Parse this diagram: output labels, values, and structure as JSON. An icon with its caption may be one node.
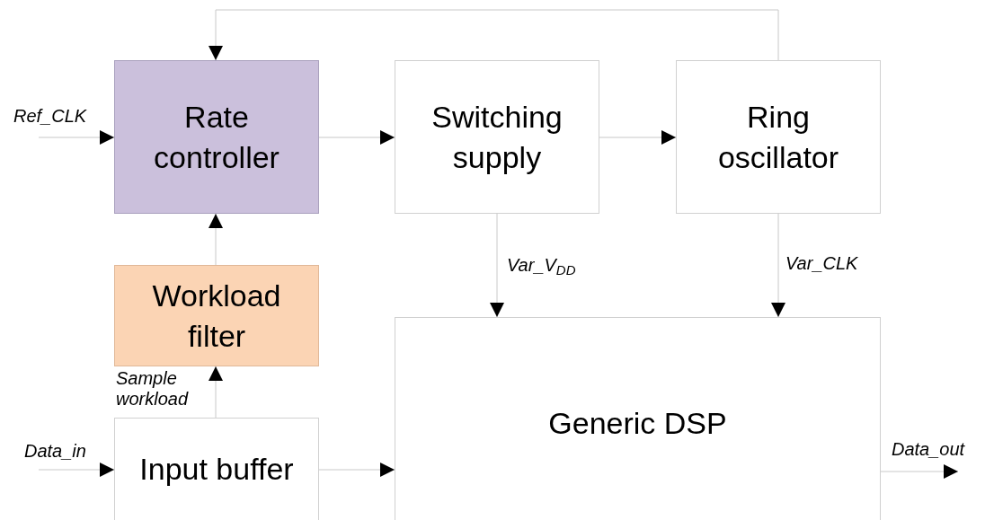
{
  "diagram": {
    "nodes": [
      {
        "text": [
          "Rate controller"
        ]
      },
      {
        "text": [
          "Switching supply"
        ]
      },
      {
        "text": [
          "Ring oscillator"
        ]
      },
      {
        "text": [
          "Workload filter"
        ]
      },
      {
        "text": [
          "Input buffer"
        ]
      },
      {
        "text": [
          "Generic DSP"
        ]
      }
    ],
    "edges": [
      {
        "from": null,
        "to": 0,
        "arrow": "to",
        "label": "Ref_CLK"
      },
      {
        "from": 0,
        "to": 1,
        "arrow": "to"
      },
      {
        "from": 1,
        "to": 2,
        "arrow": "to"
      },
      {
        "from": 2,
        "to": 0,
        "arrow": "to"
      },
      {
        "from": 3,
        "to": 0,
        "arrow": "to"
      },
      {
        "from": 4,
        "to": 3,
        "arrow": "to",
        "label": "Sample workload"
      },
      {
        "from": null,
        "to": 4,
        "arrow": "to",
        "label": "Data_in"
      },
      {
        "from": 4,
        "to": 5,
        "arrow": "to"
      },
      {
        "from": 1,
        "to": 5,
        "arrow": "to",
        "label": "Var_V$_{DD}$"
      },
      {
        "from": 2,
        "to": 5,
        "arrow": "to",
        "label": "Var_CLK"
      },
      {
        "from": 5,
        "to": null,
        "arrow": "to",
        "label": "Data_out"
      }
    ]
  }
}
